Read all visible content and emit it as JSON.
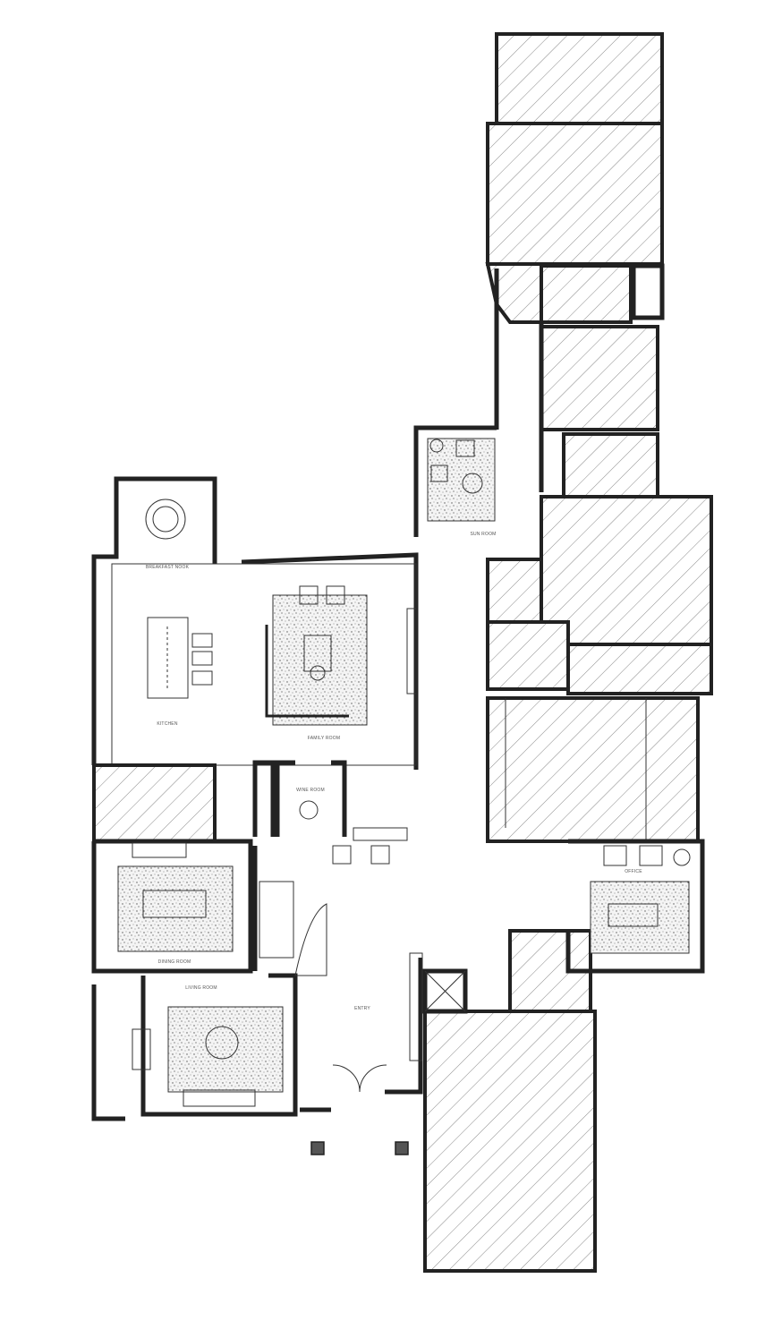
{
  "plan": {
    "rooms": {
      "breakfast_nook": "BREAKFAST NOOK",
      "kitchen": "KITCHEN",
      "family_room": "FAMILY ROOM",
      "sun_room": "SUN ROOM",
      "wine_room": "WINE ROOM",
      "dining_room": "DINING ROOM",
      "living_room": "LIVING ROOM",
      "entry": "ENTRY",
      "office": "OFFICE"
    },
    "colors": {
      "wall": "#222222",
      "hatch": "#888888",
      "rug": "#bbbbbb"
    }
  }
}
